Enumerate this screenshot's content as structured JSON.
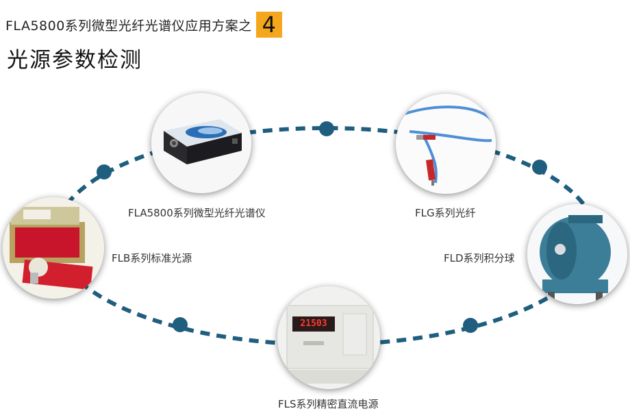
{
  "header": {
    "title": "FLA5800系列微型光纤光谱仪应用方案之",
    "badge": "4",
    "subtitle": "光源参数检测"
  },
  "nodes": [
    {
      "id": "spectrometer",
      "label": "FLA5800系列微型光纤光谱仪"
    },
    {
      "id": "fiber",
      "label": "FLG系列光纤"
    },
    {
      "id": "lamp",
      "label": "FLB系列标准光源"
    },
    {
      "id": "sphere",
      "label": "FLD系列积分球"
    },
    {
      "id": "power",
      "label": "FLS系列精密直流电源",
      "display": "21503"
    }
  ],
  "colors": {
    "ring": "#1f5e7e",
    "badge": "#f4a71d"
  }
}
